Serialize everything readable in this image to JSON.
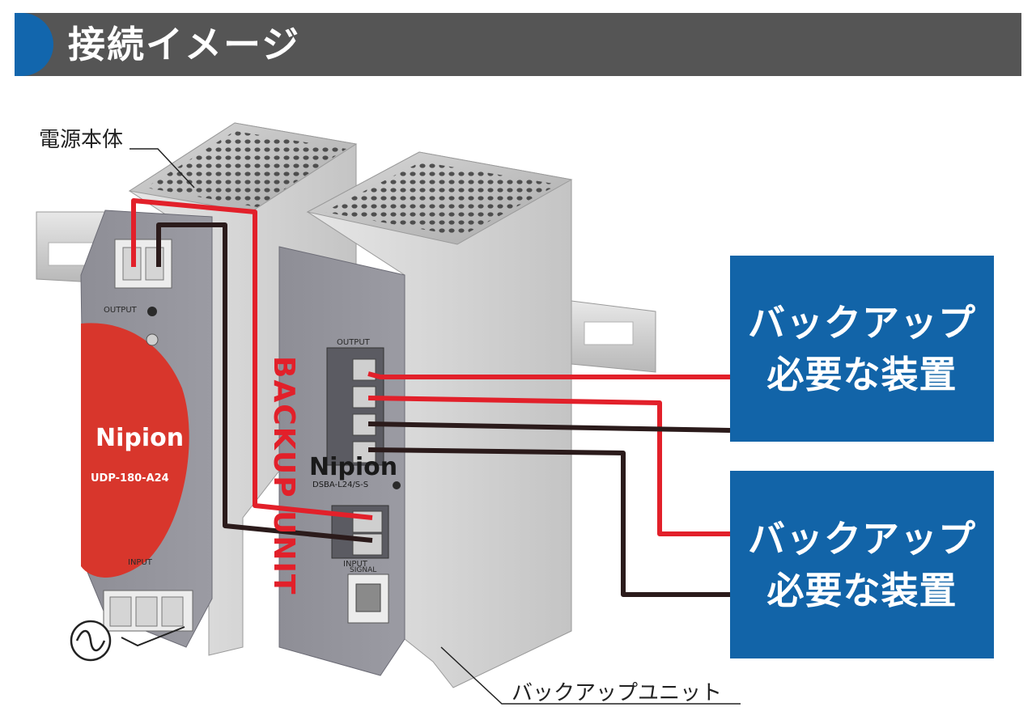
{
  "header": {
    "title": "接続イメージ"
  },
  "labels": {
    "power_supply": "電源本体",
    "backup_unit": "バックアップユニット"
  },
  "devices": [
    {
      "line1": "バックアップ",
      "line2": "必要な装置"
    },
    {
      "line1": "バックアップ",
      "line2": "必要な装置"
    }
  ],
  "psu": {
    "brand": "Nipion",
    "model": "UDP-180-A24",
    "output_label": "OUTPUT",
    "input_label": "INPUT"
  },
  "backup": {
    "brand": "Nipion",
    "model": "DSBA-L24/S-S",
    "vertical_text": "BACKUP UNIT",
    "output_label": "OUTPUT",
    "input_label": "INPUT",
    "signal_label": "SIGNAL"
  },
  "colors": {
    "header_bg": "#555555",
    "header_accent": "#1266ad",
    "device_box": "#1264a8",
    "wire_red": "#e2202a",
    "wire_black": "#2b1b1b",
    "psu_red": "#d8362c"
  }
}
